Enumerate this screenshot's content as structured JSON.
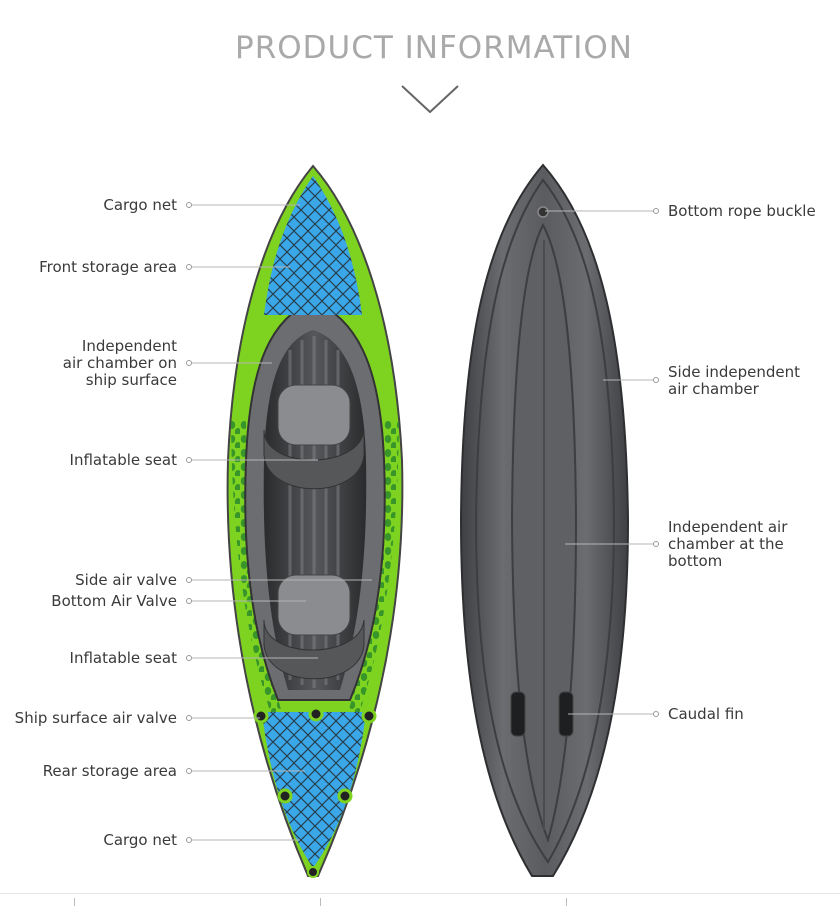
{
  "title": "PRODUCT INFORMATION",
  "colors": {
    "accent_green": "#7ed321",
    "accent_blue": "#3aa7e8",
    "hull_gray": "#5b5d60",
    "title_gray": "#a9a9a9"
  },
  "left_labels": {
    "cargo_net_top": "Cargo net",
    "front_storage": "Front storage area",
    "chamber_1": "Independent",
    "chamber_2": "air chamber on",
    "chamber_3": "ship surface",
    "seat_front": "Inflatable seat",
    "side_valve": "Side air valve",
    "bottom_valve": "Bottom Air Valve",
    "seat_rear": "Inflatable seat",
    "surface_valve": "Ship surface air valve",
    "rear_storage": "Rear storage area",
    "cargo_net_bottom": "Cargo net"
  },
  "right_labels": {
    "rope_buckle": "Bottom rope buckle",
    "side_chamber_1": "Side independent",
    "side_chamber_2": "air chamber",
    "bottom_chamber_1": "Independent air",
    "bottom_chamber_2": "chamber at the",
    "bottom_chamber_3": "bottom",
    "caudal_fin": "Caudal fin"
  }
}
